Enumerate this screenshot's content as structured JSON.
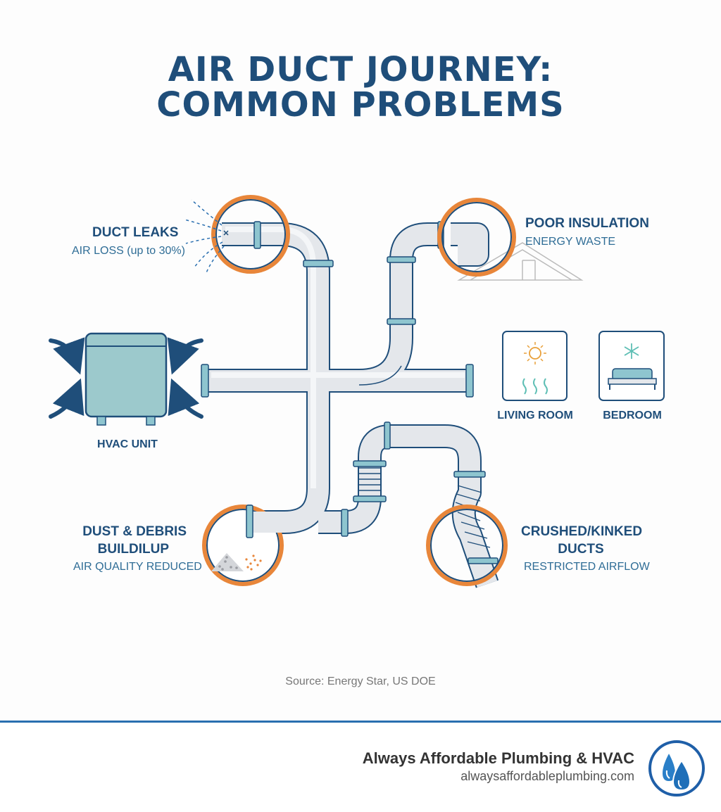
{
  "title": {
    "line1": "AIR DUCT JOURNEY:",
    "line2": "COMMON PROBLEMS"
  },
  "problems": {
    "duct_leaks": {
      "heading": "DUCT LEAKS",
      "detail": "AIR LOSS (up to 30%)"
    },
    "poor_insulation": {
      "heading": "POOR INSULATION",
      "detail": "ENERGY WASTE"
    },
    "dust_debris": {
      "heading_line1": "DUST & DEBRIS",
      "heading_line2": "BUILDILUP",
      "detail": "AIR QUALITY REDUCED"
    },
    "crushed_kinked": {
      "heading_line1": "CRUSHED/KINKED",
      "heading_line2": "DUCTS",
      "detail": "RESTRICTED AIRFLOW"
    }
  },
  "hvac_unit": {
    "label": "HVAC UNIT"
  },
  "rooms": [
    {
      "label": "LIVING ROOM",
      "icon": "sun-heat-icon"
    },
    {
      "label": "BEDROOM",
      "icon": "snowflake-bed-icon"
    }
  ],
  "source": "Source: Energy Star, US DOE",
  "footer": {
    "company": "Always Affordable Plumbing & HVAC",
    "website": "alwaysaffordableplumbing.com",
    "logo_icon": "water-drops-icon"
  },
  "colors": {
    "title": "#1f4e7a",
    "duct_fill": "#e4e7eb",
    "duct_stroke": "#1f4e7a",
    "coupling": "#8ec5cf",
    "problem_ring": "#e8863a",
    "hvac_fill": "#9cc9cc",
    "accent_blue": "#2a6fb0"
  }
}
